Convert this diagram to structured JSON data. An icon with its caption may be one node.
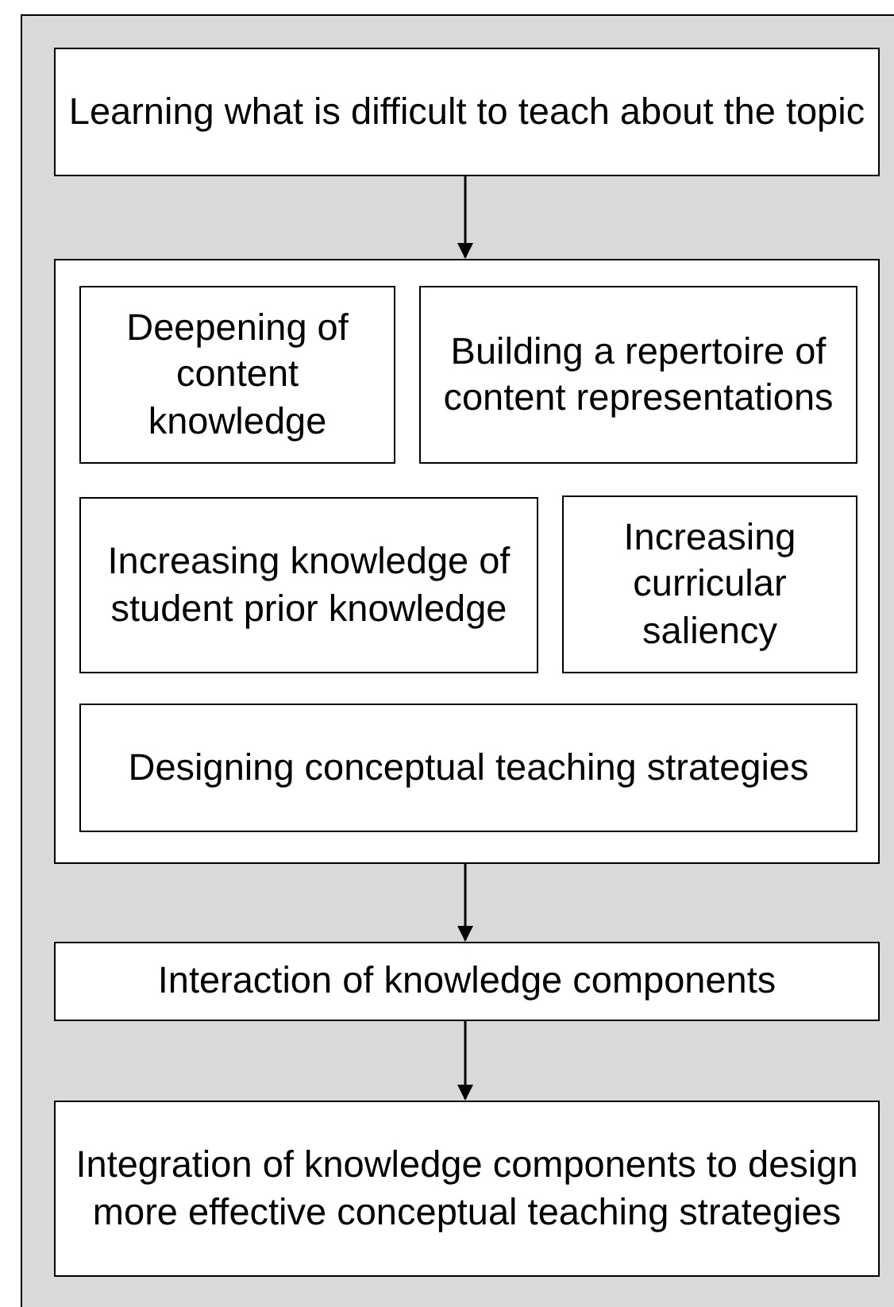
{
  "diagram": {
    "nodes": [
      {
        "text": [],
        "shape": "box"
      },
      {
        "text": [
          "Learning what is difficult to teach about the topic"
        ],
        "in": 0
      },
      {
        "text": [],
        "shape": "box",
        "in": 0
      },
      {
        "text": [
          "Deepening of content knowledge"
        ],
        "in": 2
      },
      {
        "text": [
          "Building a repertoire of content representations"
        ],
        "in": 2
      },
      {
        "text": [
          "Increasing knowledge of student prior knowledge"
        ],
        "in": 2
      },
      {
        "text": [
          "Increasing curricular saliency"
        ],
        "in": 2
      },
      {
        "text": [
          "Designing conceptual teaching strategies"
        ],
        "in": 2
      },
      {
        "text": [
          "Interaction of knowledge components"
        ],
        "in": 0
      },
      {
        "text": [
          "Integration of knowledge components to design more effective conceptual teaching strategies"
        ],
        "in": 0
      }
    ],
    "edges": [
      {
        "from": 1,
        "to": 2,
        "arrow": "to"
      },
      {
        "from": 2,
        "to": 8,
        "arrow": "to"
      },
      {
        "from": 8,
        "to": 9,
        "arrow": "to"
      }
    ]
  }
}
